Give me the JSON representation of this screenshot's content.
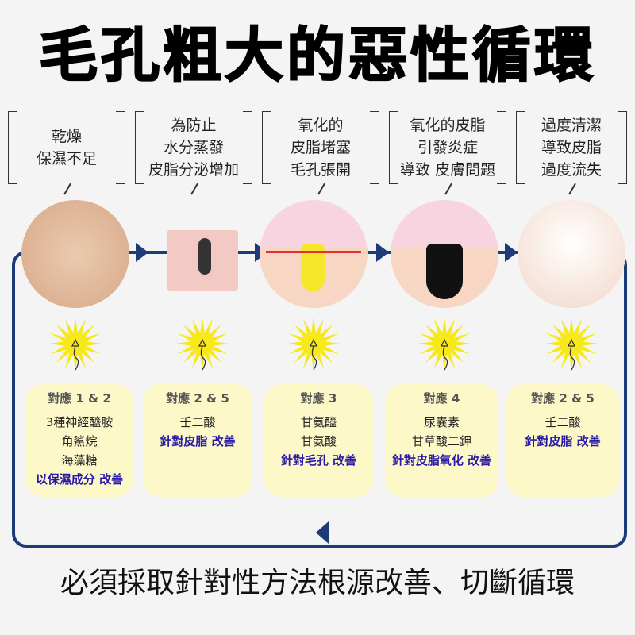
{
  "title": "毛孔粗大的惡性循環",
  "steps": [
    {
      "bubble": [
        "乾燥",
        "保濕不足"
      ],
      "card": {
        "header": "對應 1 & 2",
        "items": [
          "3種神經醯胺",
          "角鯊烷",
          "海藻糖"
        ],
        "highlight": "以保濕成分 改善"
      }
    },
    {
      "bubble": [
        "為防止",
        "水分蒸發",
        "皮脂分泌增加"
      ],
      "card": {
        "header": "對應 2 & 5",
        "items": [
          "壬二酸"
        ],
        "highlight": "針對皮脂 改善"
      }
    },
    {
      "bubble": [
        "氧化的",
        "皮脂堵塞",
        "毛孔張開"
      ],
      "card": {
        "header": "對應 3",
        "items": [
          "甘氨醯",
          "甘氨酸"
        ],
        "highlight": "針對毛孔 改善"
      }
    },
    {
      "bubble": [
        "氧化的皮脂",
        "引發炎症",
        "導致 皮膚問題"
      ],
      "card": {
        "header": "對應 4",
        "items": [
          "尿囊素",
          "甘草酸二鉀"
        ],
        "highlight": "針對皮脂氧化 改善"
      }
    },
    {
      "bubble": [
        "過度清潔",
        "導致皮脂",
        "過度流失"
      ],
      "card": {
        "header": "對應 2 & 5",
        "items": [
          "壬二酸"
        ],
        "highlight": "針對皮脂 改善"
      }
    }
  ],
  "footer": "必須採取針對性方法根源改善、切斷循環",
  "colors": {
    "loop": "#1d3b78",
    "card": "#fdf8c8",
    "highlight": "#2a1aa8"
  }
}
